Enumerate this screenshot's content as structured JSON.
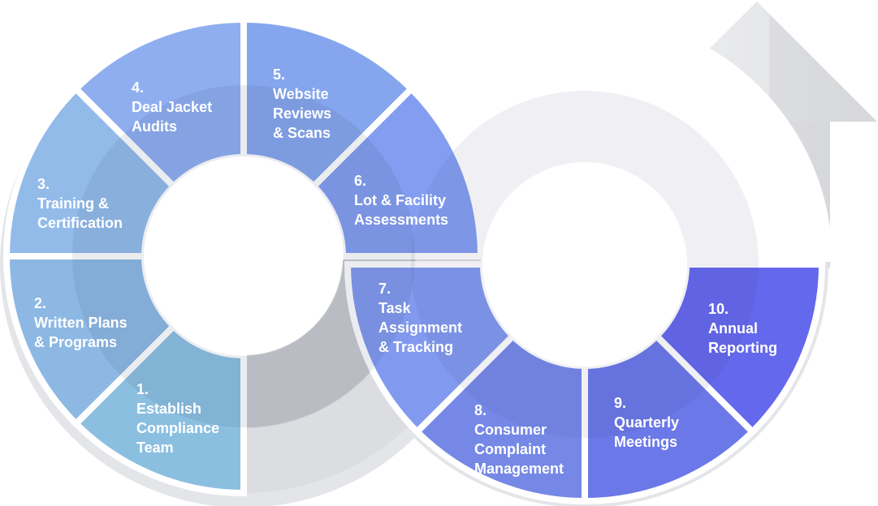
{
  "colors": {
    "ring_shadow": "#dedfe2",
    "ring_shadow_dark": "#c7c8cc",
    "arrow_light": "#e8e9eb",
    "arrow_dark": "#d9dadd",
    "separator": "#ffffff",
    "label": "#ffffff"
  },
  "segments": [
    {
      "number": "1.",
      "lines": [
        "Establish",
        "Compliance",
        "Team"
      ],
      "color": "#8bbfe0"
    },
    {
      "number": "2.",
      "lines": [
        "Written Plans",
        "& Programs"
      ],
      "color": "#8cb8e3"
    },
    {
      "number": "3.",
      "lines": [
        "Training &",
        "Certification"
      ],
      "color": "#92bbea"
    },
    {
      "number": "4.",
      "lines": [
        "Deal Jacket",
        "Audits"
      ],
      "color": "#8eaef0"
    },
    {
      "number": "5.",
      "lines": [
        "Website",
        "Reviews",
        "& Scans"
      ],
      "color": "#85a6ee"
    },
    {
      "number": "6.",
      "lines": [
        "Lot & Facility",
        "Assessments"
      ],
      "color": "#839ef0"
    },
    {
      "number": "7.",
      "lines": [
        "Task",
        "Assignment",
        "& Tracking"
      ],
      "color": "#8199ee"
    },
    {
      "number": "8.",
      "lines": [
        "Consumer",
        "Complaint",
        "Management"
      ],
      "color": "#7588e6"
    },
    {
      "number": "9.",
      "lines": [
        "Quarterly",
        "Meetings"
      ],
      "color": "#6a78e8"
    },
    {
      "number": "10.",
      "lines": [
        "Annual",
        "Reporting"
      ],
      "color": "#6468ec"
    }
  ]
}
